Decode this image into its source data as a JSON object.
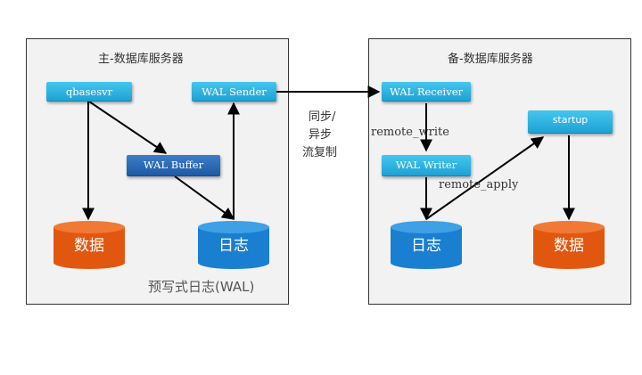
{
  "primary": {
    "title": "主-数据库服务器",
    "qbasesvr": "qbasesvr",
    "wal_sender": "WAL Sender",
    "wal_buffer": "WAL Buffer",
    "data_store": "数据",
    "log_store": "日志",
    "wal_caption": "预写式日志(WAL)"
  },
  "standby": {
    "title": "备-数据库服务器",
    "wal_receiver": "WAL Receiver",
    "wal_writer": "WAL Writer",
    "startup": "startup",
    "log_store": "日志",
    "data_store": "数据",
    "remote_write": "remote_write",
    "remote_apply": "remote_apply"
  },
  "replication_label": {
    "line1": "同步/",
    "line2": "异步",
    "line3": "流复制"
  },
  "colors": {
    "node_cyan": "#2bb3e4",
    "node_dark_blue": "#2a6ab6",
    "cylinder_orange": "#e2570f",
    "cylinder_blue": "#1a7fd1",
    "panel_bg": "#f2f2f2"
  }
}
